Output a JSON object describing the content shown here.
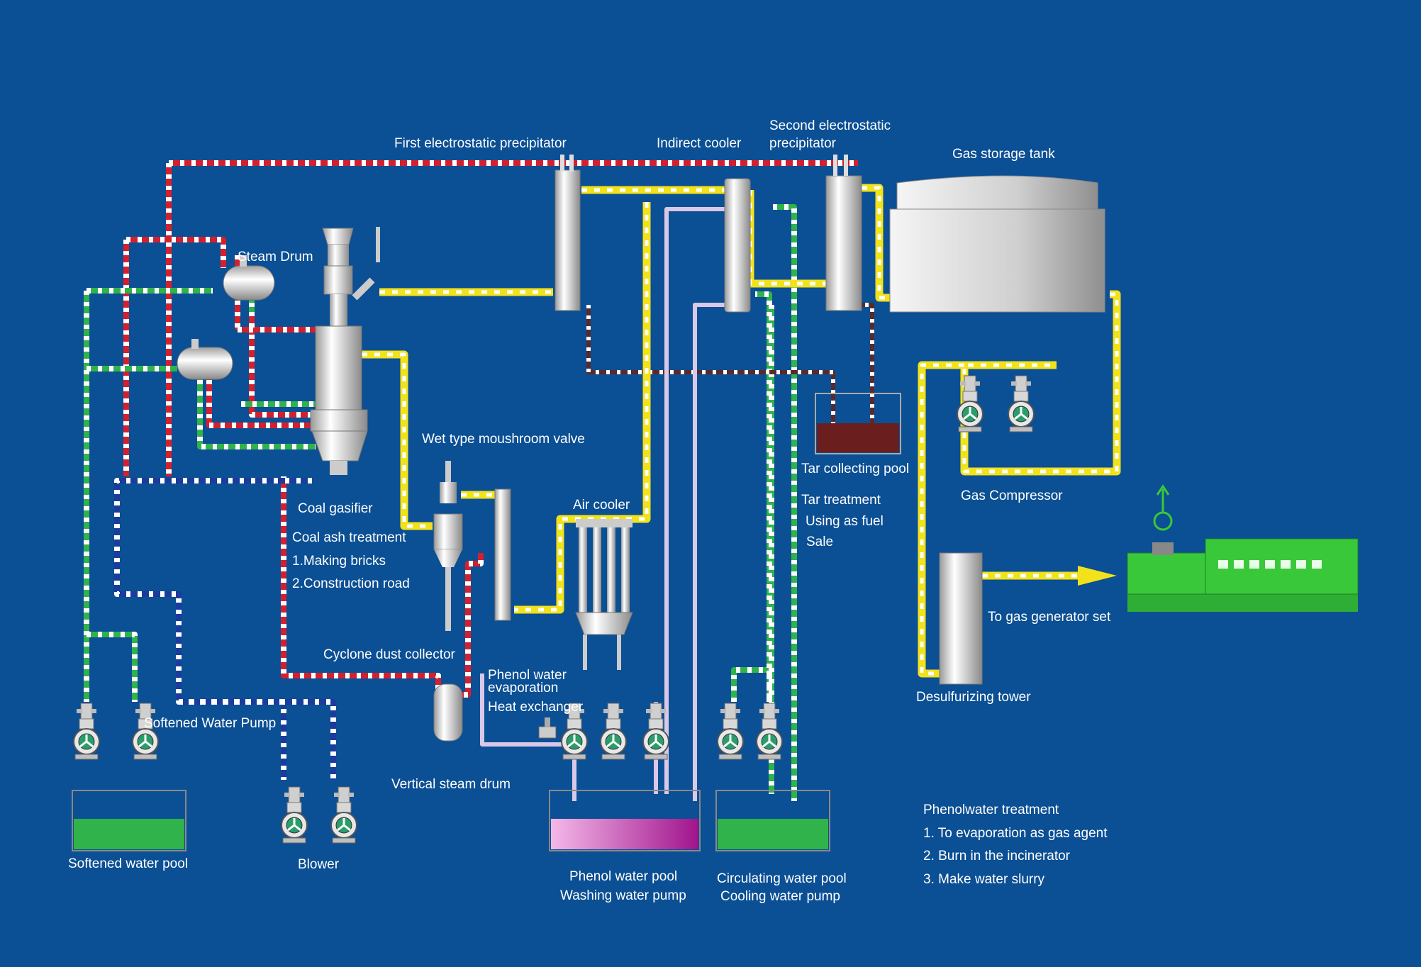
{
  "labels": {
    "first_esp": "First electrostatic precipitator",
    "indirect_cooler": "Indirect cooler",
    "second_esp_1": "Second electrostatic",
    "second_esp_2": "precipitator",
    "gas_storage_tank": "Gas storage tank",
    "steam_drum": "Steam Drum",
    "wet_type_valve": "Wet type moushroom valve",
    "coal_gasifier": "Coal gasifier",
    "coal_ash_treatment": "Coal ash treatment",
    "making_bricks": "1.Making bricks",
    "construction_road": "2.Construction road",
    "air_cooler": "Air cooler",
    "cyclone_dust_collector": "Cyclone dust collector",
    "phenol_water_evap_1": "Phenol water",
    "phenol_water_evap_2": "evaporation",
    "heat_exchanger": "Heat exchanger",
    "softened_water_pump": "Softened Water Pump",
    "vertical_steam_drum": "Vertical steam drum",
    "softened_water_pool": "Softened water pool",
    "blower": "Blower",
    "phenol_water_pool": "Phenol water pool",
    "washing_water_pump": "Washing water pump",
    "circulating_water_pool": "Circulating water pool",
    "cooling_water_pump": "Cooling water pump",
    "tar_collecting_pool": "Tar collecting pool",
    "tar_treatment": "Tar treatment",
    "using_as_fuel": "Using as fuel",
    "sale": "Sale",
    "gas_compressor": "Gas Compressor",
    "to_gas_generator_set": "To gas generator set",
    "desulfurizing_tower": "Desulfurizing tower",
    "phenolwater_treatment": "Phenolwater treatment",
    "pw_item1": "1. To evaporation as gas agent",
    "pw_item2": "2. Burn in the incinerator",
    "pw_item3": "3. Make water slurry"
  },
  "colors": {
    "background": "#0b4f94",
    "gas_line": "#f2e21c",
    "steam_line": "#d4202e",
    "soft_water_line": "#2fb34a",
    "air_line": "#1a3c9c",
    "tar_line": "#5a2a2a",
    "phenol_line": "#d9c8e8",
    "equipment": "#d9d9d9",
    "generator": "#39c83a"
  },
  "icons": [
    "pump-icon",
    "valve-icon",
    "generator-icon",
    "arrow-icon"
  ]
}
